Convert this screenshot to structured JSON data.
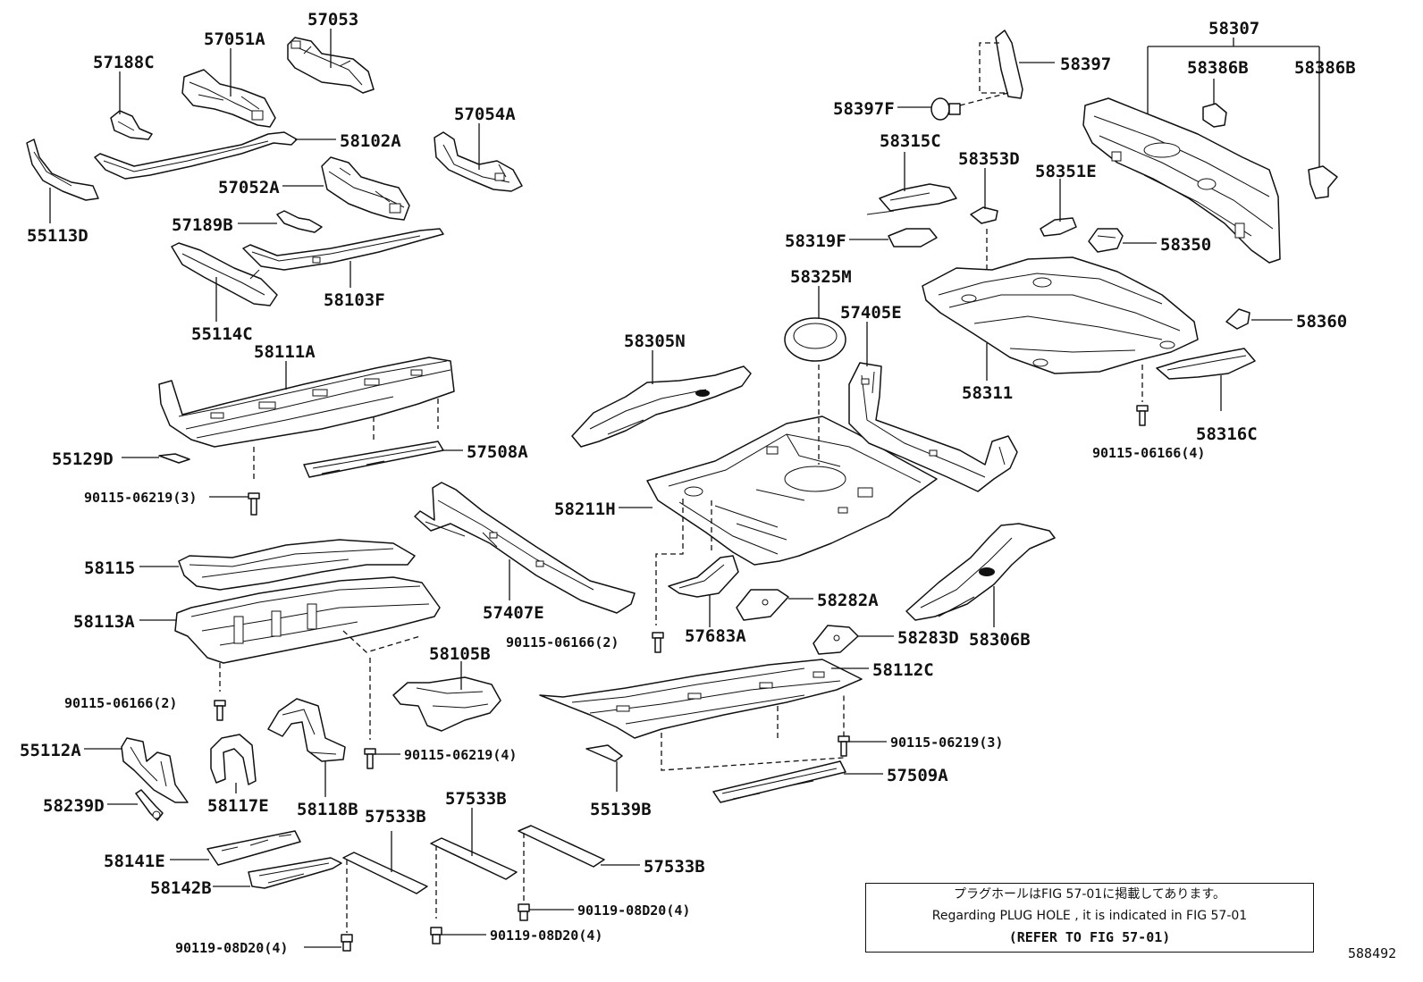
{
  "labels": {
    "p57053": "57053",
    "p57051A": "57051A",
    "p57188C": "57188C",
    "p58102A": "58102A",
    "p57054A": "57054A",
    "p57052A": "57052A",
    "p55113D": "55113D",
    "p57189B": "57189B",
    "p58103F": "58103F",
    "p55114C": "55114C",
    "p58111A": "58111A",
    "p55129D": "55129D",
    "p57508A": "57508A",
    "b90115_06219_3a": "90115-06219(3)",
    "p58115": "58115",
    "p58113A": "58113A",
    "p57407E": "57407E",
    "p58105B": "58105B",
    "b90115_06166_2a": "90115-06166(2)",
    "b90115_06219_4": "90115-06219(4)",
    "p55112A": "55112A",
    "p58239D": "58239D",
    "p58117E": "58117E",
    "p58118B": "58118B",
    "p57533B_1": "57533B",
    "p57533B_2": "57533B",
    "p57533B_3": "57533B",
    "p58141E": "58141E",
    "p58142B": "58142B",
    "b90119_08D20_4a": "90119-08D20(4)",
    "b90119_08D20_4b": "90119-08D20(4)",
    "b90119_08D20_4c": "90119-08D20(4)",
    "p58305N": "58305N",
    "p58211H": "58211H",
    "p58325M": "58325M",
    "p57405E": "57405E",
    "p57683A": "57683A",
    "p58282A": "58282A",
    "b90115_06166_2b": "90115-06166(2)",
    "p58283D": "58283D",
    "p58306B": "58306B",
    "p58112C": "58112C",
    "b90115_06219_3b": "90115-06219(3)",
    "p57509A": "57509A",
    "p55139B": "55139B",
    "p58307": "58307",
    "p58397": "58397",
    "p58397F": "58397F",
    "p58386B_1": "58386B",
    "p58386B_2": "58386B",
    "p58315C": "58315C",
    "p58353D": "58353D",
    "p58351E": "58351E",
    "p58319F": "58319F",
    "p58350": "58350",
    "p58360": "58360",
    "p58311": "58311",
    "p58316C": "58316C",
    "b90115_06166_4": "90115-06166(4)"
  },
  "note": {
    "line1": "プラグホールはFIG 57-01に掲載してあります。",
    "line2": "Regarding PLUG HOLE , it is indicated in FIG 57-01",
    "line3": "(REFER TO FIG 57-01)"
  },
  "figure_number": "588492"
}
